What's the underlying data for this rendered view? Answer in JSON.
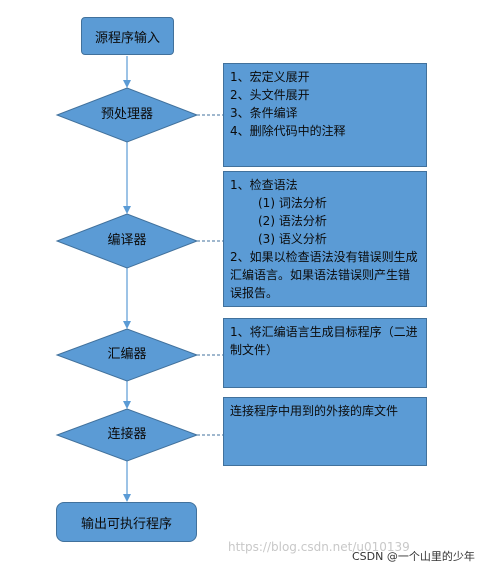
{
  "flow": {
    "start": "源程序输入",
    "steps": [
      {
        "label": "预处理器"
      },
      {
        "label": "编译器"
      },
      {
        "label": "汇编器"
      },
      {
        "label": "连接器"
      }
    ],
    "end": "输出可执行程序"
  },
  "notes": {
    "preprocess": [
      "1、宏定义展开",
      "2、头文件展开",
      "3、条件编译",
      "4、删除代码中的注释"
    ],
    "compile": {
      "line1": "1、检查语法",
      "subs": [
        "(1)   词法分析",
        "(2)   语法分析",
        "(3)   语义分析"
      ],
      "line2": "2、如果以检查语法没有错误则生成汇编语言。如果语法错误则产生错误报告。"
    },
    "assemble": "1、将汇编语言生成目标程序（二进制文件）",
    "link": "连接程序中用到的外接的库文件"
  },
  "footer": {
    "watermark": "https://blog.csdn.net/u010139",
    "credit": "CSDN @一个山里的少年"
  },
  "colors": {
    "fill": "#5b9bd5",
    "stroke": "#41719c",
    "arrow": "#5b9bd5"
  }
}
